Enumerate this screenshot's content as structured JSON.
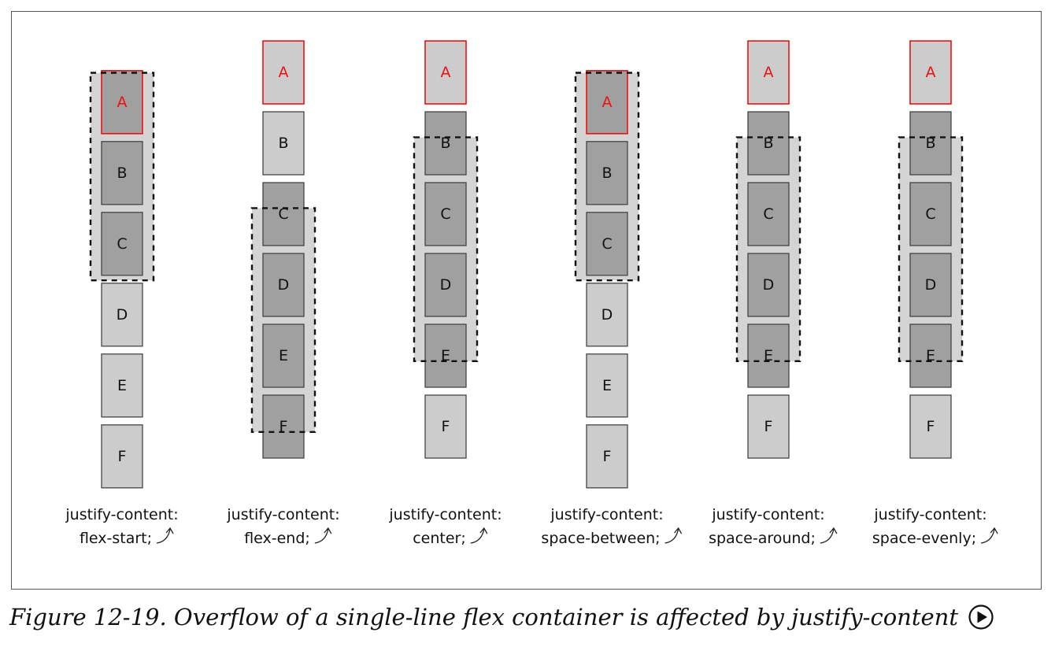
{
  "figure": {
    "caption": "Figure 12-19. Overflow of a single-line flex container is affected by justify-content",
    "play_icon": "play-circle-icon"
  },
  "colors": {
    "item_fill": "#cccccc",
    "item_fill_in_container": "#a0a0a0",
    "item_stroke": "#444444",
    "first_item_stroke": "#ee1111",
    "first_item_text": "#ee1111",
    "container_fill": "#d4d4d4",
    "container_stroke": "#111111"
  },
  "diagrams": [
    {
      "id": "flex-start",
      "caption_lines": [
        "justify-content:",
        "flex-start;"
      ],
      "items": [
        "A",
        "B",
        "C",
        "D",
        "E",
        "F"
      ],
      "container_start_index": 0.5,
      "container_end_index": 3.5
    },
    {
      "id": "flex-end",
      "caption_lines": [
        "justify-content:",
        "flex-end;"
      ],
      "items": [
        "A",
        "B",
        "C",
        "D",
        "E",
        "F"
      ],
      "container_start_index": 2.5,
      "container_end_index": 5.5
    },
    {
      "id": "center",
      "caption_lines": [
        "justify-content:",
        "center;"
      ],
      "items": [
        "A",
        "B",
        "C",
        "D",
        "E",
        "F"
      ],
      "container_start_index": 1.5,
      "container_end_index": 4.5
    },
    {
      "id": "space-between",
      "caption_lines": [
        "justify-content:",
        "space-between;"
      ],
      "items": [
        "A",
        "B",
        "C",
        "D",
        "E",
        "F"
      ],
      "container_start_index": 0.5,
      "container_end_index": 3.5
    },
    {
      "id": "space-around",
      "caption_lines": [
        "justify-content:",
        "space-around;"
      ],
      "items": [
        "A",
        "B",
        "C",
        "D",
        "E",
        "F"
      ],
      "container_start_index": 1.5,
      "container_end_index": 4.5
    },
    {
      "id": "space-evenly",
      "caption_lines": [
        "justify-content:",
        "space-evenly;"
      ],
      "items": [
        "A",
        "B",
        "C",
        "D",
        "E",
        "F"
      ],
      "container_start_index": 1.5,
      "container_end_index": 4.5
    }
  ]
}
